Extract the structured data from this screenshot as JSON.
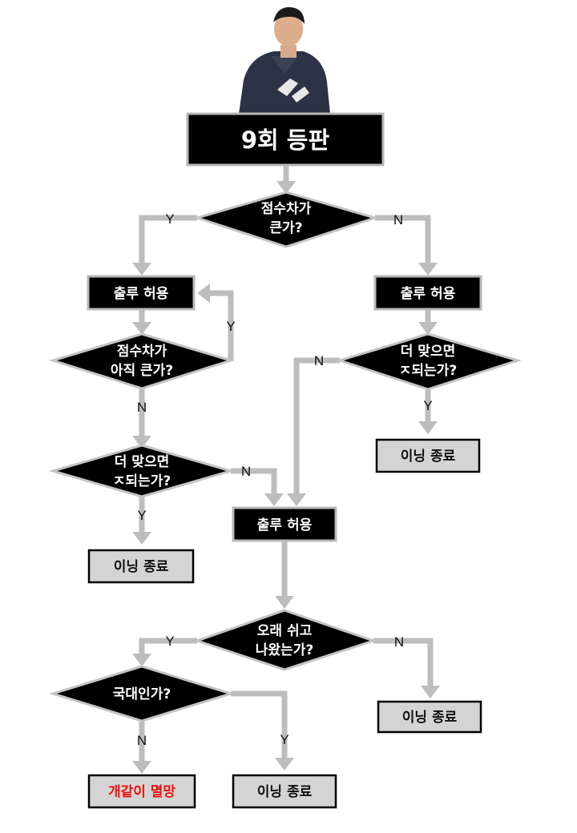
{
  "nodes": {
    "start": "9회 등판",
    "q_big_diff": [
      "점수차가",
      "큰가?"
    ],
    "allow_left": "출루 허용",
    "allow_right": "출루 허용",
    "q_still_big": [
      "점수차가",
      "아직 큰가?"
    ],
    "q_more_hit_right": [
      "더 맞으면",
      "ㅈ되는가?"
    ],
    "end_right_top": "이닝 종료",
    "q_more_hit_left": [
      "더 맞으면",
      "ㅈ되는가?"
    ],
    "allow_center": "출루 허용",
    "end_left": "이닝 종료",
    "q_rested": [
      "오래 쉬고",
      "나왔는가?"
    ],
    "q_national": "국대인가?",
    "end_right_bottom": "이닝 종료",
    "bad_end": "개같이 멸망",
    "end_bottom_center": "이닝 종료"
  },
  "edge_labels": {
    "y": "Y",
    "n": "N"
  },
  "colors": {
    "box": "#000000",
    "end_box": "#d4d4d4",
    "connector": "#bdbdbd",
    "danger_text": "#ee1111"
  }
}
